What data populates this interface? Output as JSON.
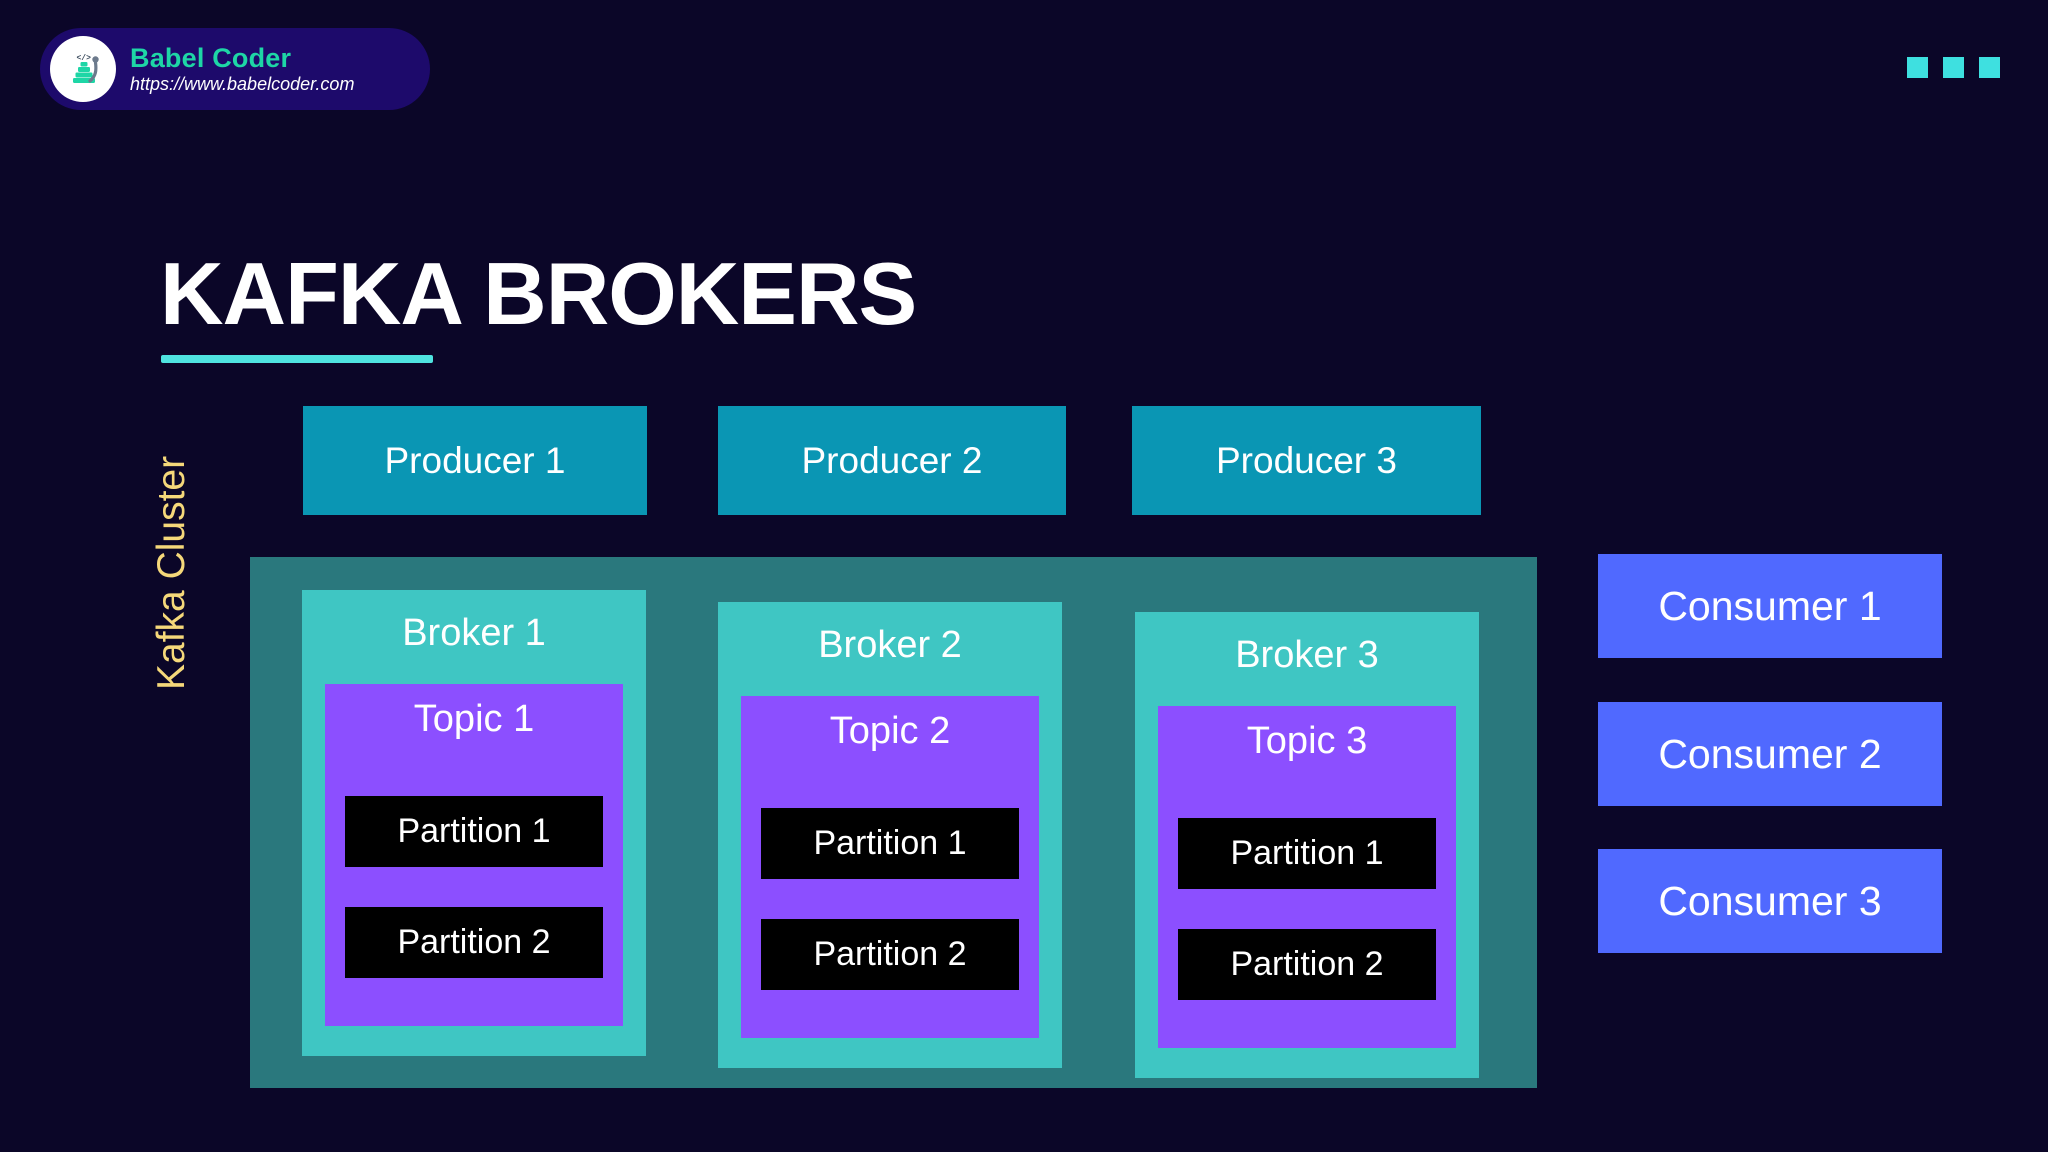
{
  "brand": {
    "name": "Babel Coder",
    "url": "https://www.babelcoder.com",
    "logo_icon": "babel-tower-code-logo",
    "badge_color": "#1d0a6b",
    "name_color": "#1ed6a6"
  },
  "header": {
    "dots": [
      "square-dot",
      "square-dot",
      "square-dot"
    ],
    "dot_color": "#3ee0e0"
  },
  "title": {
    "text": "KAFKA BROKERS",
    "rule_color": "#4fe3e0"
  },
  "producers": {
    "color": "#0a96b4",
    "items": [
      {
        "label": "Producer 1"
      },
      {
        "label": "Producer 2"
      },
      {
        "label": "Producer 3"
      }
    ]
  },
  "cluster": {
    "label": "Kafka Cluster",
    "label_color": "#f5d87a",
    "container_color": "#2a787d",
    "broker_color": "#3fc6c3",
    "topic_color": "#8c4fff",
    "partition_color": "#000000",
    "brokers": [
      {
        "label": "Broker 1",
        "topic": {
          "label": "Topic 1",
          "partitions": [
            "Partition 1",
            "Partition 2"
          ]
        }
      },
      {
        "label": "Broker 2",
        "topic": {
          "label": "Topic 2",
          "partitions": [
            "Partition 1",
            "Partition 2"
          ]
        }
      },
      {
        "label": "Broker 3",
        "topic": {
          "label": "Topic 3",
          "partitions": [
            "Partition 1",
            "Partition 2"
          ]
        }
      }
    ]
  },
  "consumers": {
    "color": "#5069ff",
    "items": [
      {
        "label": "Consumer 1"
      },
      {
        "label": "Consumer 2"
      },
      {
        "label": "Consumer 3"
      }
    ]
  },
  "background_color": "#0b0628"
}
